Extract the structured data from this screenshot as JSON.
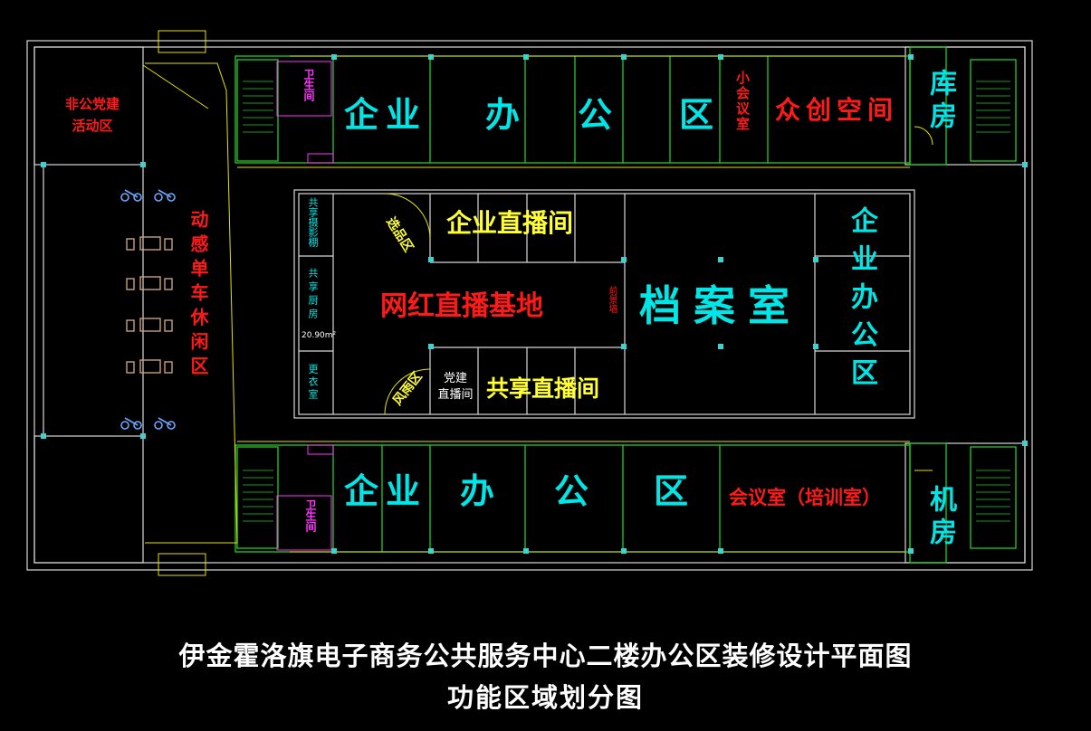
{
  "colors": {
    "background": "#000000",
    "wall_outer": "#d8d8d8",
    "wall_green": "#22cc22",
    "wall_yellow": "#e8e000",
    "furniture": "#c8a080",
    "cyan_text": "#00e6e6",
    "red_text": "#ff1a1a",
    "yellow_text": "#ffff33",
    "magenta_text": "#ff33ff"
  },
  "rooms": {
    "party_activity": "非公党建\n活动区",
    "party_activity_line1": "非公党建",
    "party_activity_line2": "活动区",
    "bike_lounge": "动感单车休闲区",
    "restroom_top": "卫生间",
    "restroom_bottom": "卫生间",
    "office_top": {
      "c1": "企",
      "c2": "业",
      "c3": "办",
      "c4": "公",
      "c5": "区"
    },
    "small_meeting": "小会议室",
    "maker_space": "众创空间",
    "storage": "库房",
    "machine_room": "机房",
    "photo_studio": "共享摄影棚",
    "kitchen": "共享厨房",
    "kitchen_area": "20.90m²",
    "changing_room": "更衣室",
    "selection_area": "选品区",
    "enterprise_live": "企业直播间",
    "influencer_base": "网红直播基地",
    "live_window": "前景墙",
    "archive": "档案室",
    "office_right": "企业办公区",
    "wind_area": "风雨区",
    "party_live_line1": "党建",
    "party_live_line2": "直播间",
    "shared_live": "共享直播间",
    "office_bottom": {
      "c1": "企",
      "c2": "业",
      "c3": "办",
      "c4": "公",
      "c5": "区"
    },
    "meeting_training": "会议室（培训室）"
  },
  "title": {
    "line1": "伊金霍洛旗电子商务公共服务中心二楼办公区装修设计平面图",
    "line2": "功能区域划分图"
  }
}
